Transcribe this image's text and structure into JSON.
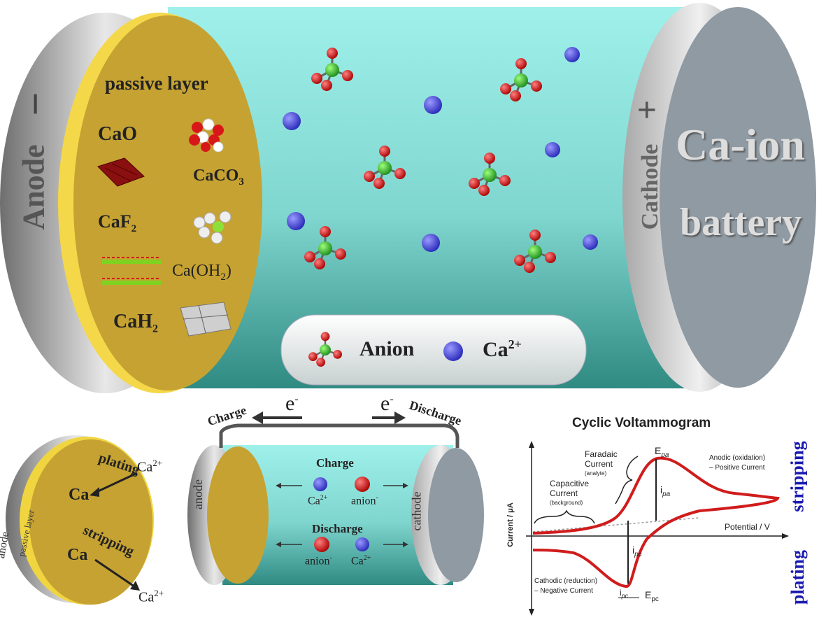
{
  "main": {
    "anode_label": "Anode",
    "anode_sign": "−",
    "cathode_label": "Cathode",
    "cathode_sign": "+",
    "battery_title_1": "Ca-ion",
    "battery_title_2": "battery",
    "passive_layer_title": "passive layer",
    "compounds": {
      "cao": "CaO",
      "caco3": "CaCO",
      "caco3_sub": "3",
      "caf2": "CaF",
      "caf2_sub": "2",
      "caoh": "Ca(OH",
      "caoh_sub": "2",
      "caoh_close": ")",
      "cah2": "CaH",
      "cah2_sub": "2"
    },
    "legend": {
      "anion_label": "Anion",
      "ca_label": "Ca",
      "ca_sup": "2+"
    }
  },
  "disc": {
    "anode": "anode",
    "passive": "passive layer",
    "plating": "plating",
    "stripping": "stripping",
    "ca_top": "Ca",
    "ca_bottom": "Ca",
    "ion_top": "Ca",
    "ion_top_sup": "2+",
    "ion_bottom": "Ca",
    "ion_bottom_sup": "2+"
  },
  "small_cell": {
    "charge_arrow_label": "Charge",
    "discharge_arrow_label": "Discharge",
    "electron_left": "e",
    "electron_left_sup": "-",
    "electron_right": "e",
    "electron_right_sup": "-",
    "charge_title": "Charge",
    "discharge_title": "Discharge",
    "ca_ion": "Ca",
    "ca_ion_sup": "2+",
    "anion": "anion",
    "anion_sup": "-",
    "ca_ion_2": "Ca",
    "ca_ion_2_sup": "2+",
    "anion_2": "anion",
    "anion_2_sup": "-",
    "anode": "anode",
    "cathode": "cathode"
  },
  "cv": {
    "title": "Cyclic Voltammogram",
    "y_axis": "Current / μA",
    "x_axis": "Potential / V",
    "faradaic": "Faradaic",
    "faradaic_2": "Current",
    "faradaic_3": "(analyte)",
    "capacitive": "Capacitive",
    "capacitive_2": "Current",
    "capacitive_3": "(background)",
    "anodic": "Anodic (oxidation)",
    "anodic_2": "– Positive Current",
    "cathodic": "Cathodic (reduction)",
    "cathodic_2": "– Negative Current",
    "epa": "E",
    "epa_sub": "pa",
    "ipa": "i",
    "ipa_sub": "pa",
    "ipc": "i",
    "ipc_sub": "pc",
    "epc": "E",
    "epc_sub": "pc",
    "ipc_base": "i",
    "ipc_base_sub": "pc",
    "stripping": "stripping",
    "plating": "plating",
    "curve_color": "#d01c1c",
    "side_label_color": "#1a1ab0"
  },
  "colors": {
    "electrolyte": "#8fe3de",
    "anode_gold": "#c9a434",
    "cathode_grey": "#8f9aa3",
    "ca_ion": "#4a4adf",
    "anion_o": "#d81818",
    "anion_center": "#33c233"
  }
}
